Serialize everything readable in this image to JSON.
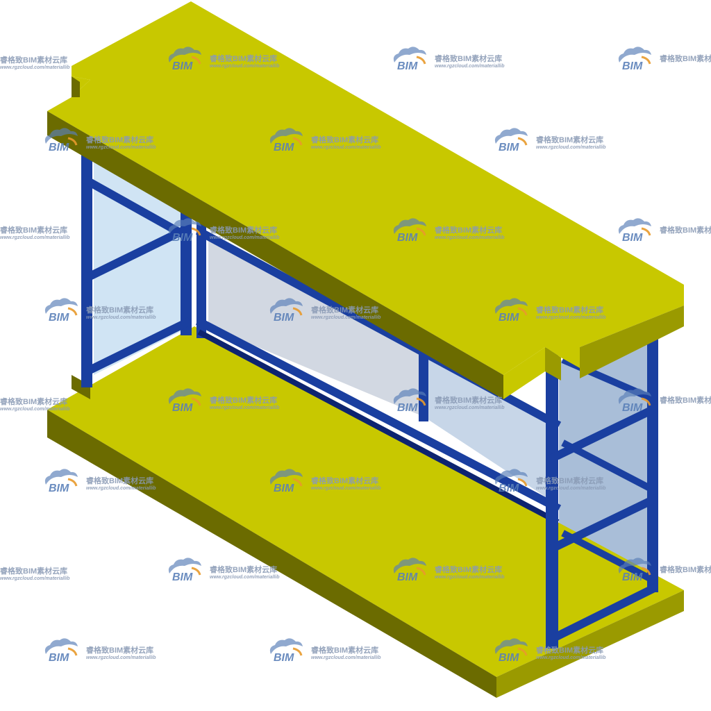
{
  "watermark": {
    "logo_text": "BIM",
    "brand_text": "睿格致BIM素材云库",
    "url_text": "www.rgzcloud.com/materiallib"
  },
  "colors": {
    "slab_top": "#c8c800",
    "slab_side_dark": "#6b6b00",
    "slab_side_mid": "#9a9a00",
    "frame_blue": "#1a3fa0",
    "frame_dark": "#0d2470",
    "glass": "#d0e4f4",
    "glass_dark": "#a9bed8",
    "watermark_blue": "#5a7fb8",
    "watermark_orange": "#e89a2c"
  },
  "icons": {
    "watermark_logo": "cloud-bim-logo-icon"
  }
}
